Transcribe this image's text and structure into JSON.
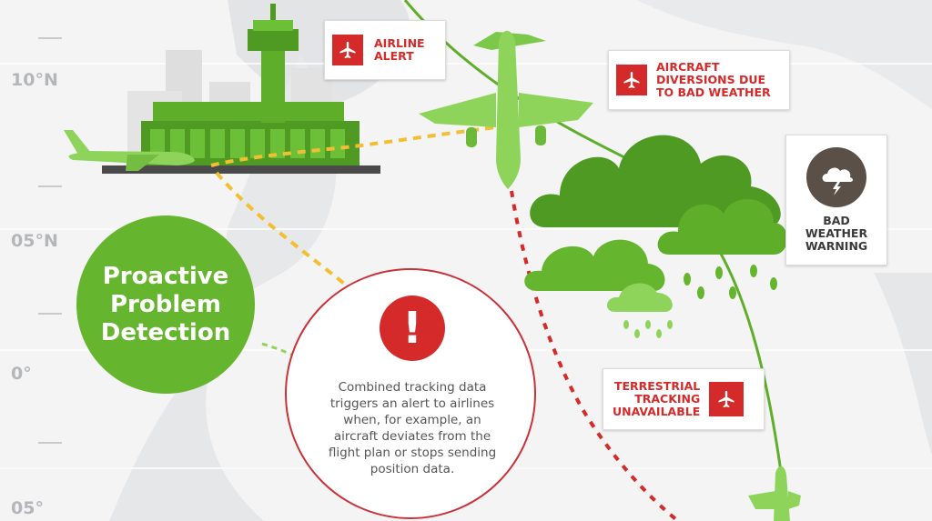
{
  "latitude_labels": [
    "10°N",
    "05°N",
    "0°",
    "05°"
  ],
  "proactive": {
    "title": "Proactive\nProblem\nDetection"
  },
  "alert": {
    "symbol": "!",
    "text": "Combined tracking data\ntriggers an alert to airlines\nwhen, for example, an\naircraft deviates from the\nflight plan or stops sending\nposition data."
  },
  "labels": {
    "airline_alert": "AIRLINE\nALERT",
    "diversions": "AIRCRAFT\nDIVERSIONS DUE\nTO BAD WEATHER",
    "bad_weather": "BAD\nWEATHER\nWARNING",
    "terrestrial": "TERRESTRIAL\nTRACKING\nUNAVAILABLE"
  },
  "icons": {
    "plane": "airplane-icon",
    "storm": "storm-cloud-lightning-icon",
    "alert": "exclamation-icon"
  },
  "colors": {
    "green_dark": "#3f8f1f",
    "green": "#66b52e",
    "green_light": "#8fd45a",
    "red": "#d42a2a",
    "yellow": "#f2be32",
    "grey_building": "#dedede",
    "storm_icon_bg": "#5a5048"
  }
}
